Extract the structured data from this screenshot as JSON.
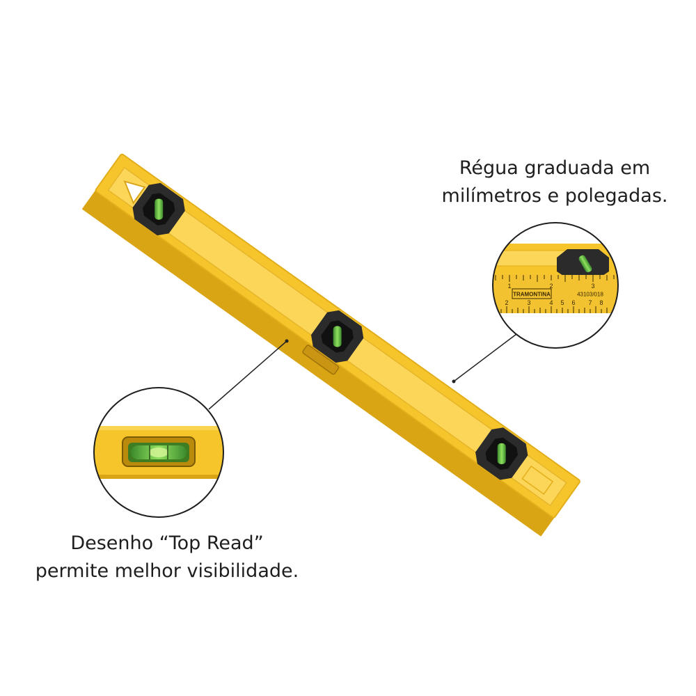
{
  "product": {
    "name": "torpedo-spirit-level",
    "body_color": "#f5c52b",
    "vial_color": "#4cc24a",
    "insert_color": "#2b2b2b"
  },
  "callouts": {
    "ruler": {
      "line1": "Régua graduada em",
      "line2": "milímetros e polegadas."
    },
    "top_read": {
      "line1": "Desenho “Top Read”",
      "line2": "permite melhor visibilidade."
    }
  },
  "ruler_detail": {
    "brand": "TRAMONTINA",
    "model": "43103/018",
    "inch_ticks": [
      "1",
      "2",
      "3"
    ],
    "cm_ticks": [
      "2",
      "3",
      "4",
      "5",
      "6",
      "7",
      "8"
    ]
  }
}
